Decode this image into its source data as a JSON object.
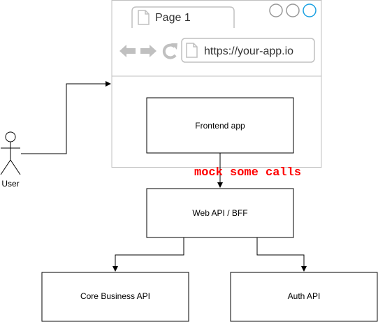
{
  "browser": {
    "tab_label": "Page 1",
    "url": "https://your-app.io",
    "window_buttons": [
      "circle-button",
      "circle-button",
      "circle-button-active"
    ],
    "nav_icons": [
      "back-arrow-icon",
      "forward-arrow-icon",
      "reload-icon"
    ],
    "url_icon": "page-icon"
  },
  "actor": {
    "label": "User"
  },
  "boxes": {
    "frontend": "Frontend app",
    "bff": "Web API / BFF",
    "core": "Core Business API",
    "auth": "Auth API"
  },
  "annotation": "mock some calls",
  "colors": {
    "stroke": "#000000",
    "browser_chrome": "#c0c0c0",
    "icon_gray": "#999999",
    "window_button_accent": "#1ba1e2",
    "annotation": "#ff0000"
  }
}
